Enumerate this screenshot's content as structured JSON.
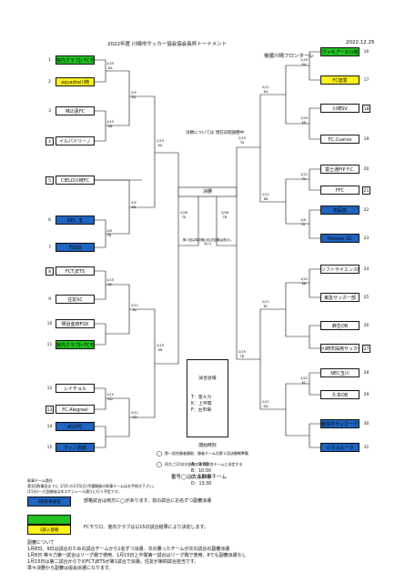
{
  "header": {
    "title": "2022年度 川崎市サッカー協会協会長杯トーナメント",
    "date": "2022.12.25",
    "sponsor": "後援川崎フロンターレ"
  },
  "colors": {
    "green": "#22c322",
    "yellow": "#fff41c",
    "blue": "#1e64c0",
    "border": "#000000"
  },
  "left_teams": [
    {
      "num": "1",
      "name": "宮内クラブJr FCモウロ",
      "fill": "green",
      "boxed": false
    },
    {
      "num": "2",
      "name": "aquadra川崎",
      "fill": "yellow",
      "boxed": false
    },
    {
      "num": "3",
      "name": "味の素FC",
      "fill": "",
      "boxed": false
    },
    {
      "num": "4",
      "name": "イルパドリーノ",
      "fill": "",
      "boxed": true
    },
    {
      "num": "5",
      "name": "CIELO川崎FC",
      "fill": "",
      "boxed": true
    },
    {
      "num": "6",
      "name": "NEC 玉",
      "fill": "blue",
      "boxed": false
    },
    {
      "num": "7",
      "name": "TUSO",
      "fill": "blue",
      "boxed": false
    },
    {
      "num": "8",
      "name": "FCT.JETS",
      "fill": "",
      "boxed": true
    },
    {
      "num": "9",
      "name": "住友SC",
      "fill": "",
      "boxed": false
    },
    {
      "num": "10",
      "name": "明治金田FOX",
      "fill": "",
      "boxed": false
    },
    {
      "num": "11",
      "name": "宮内クラブJr FCモウロ",
      "fill": "green",
      "boxed": false
    },
    {
      "num": "12",
      "name": "レイチョル",
      "fill": "",
      "boxed": false
    },
    {
      "num": "13",
      "name": "FC.Alegreal",
      "fill": "",
      "boxed": true
    },
    {
      "num": "14",
      "name": "ASY.FC",
      "fill": "blue",
      "boxed": false
    },
    {
      "num": "15",
      "name": "ティノ高田",
      "fill": "blue",
      "boxed": false
    }
  ],
  "right_teams": [
    {
      "num": "16",
      "name": "ヴァキアータ川崎",
      "fill": "green",
      "boxed": false
    },
    {
      "num": "17",
      "name": "FC旭季",
      "fill": "yellow",
      "boxed": false
    },
    {
      "num": "18",
      "name": "川崎SV",
      "fill": "",
      "boxed": true
    },
    {
      "num": "19",
      "name": "FC.Cuervo",
      "fill": "",
      "boxed": false
    },
    {
      "num": "20",
      "name": "富士通FIP F.C.",
      "fill": "",
      "boxed": false
    },
    {
      "num": "21",
      "name": "FFC",
      "fill": "",
      "boxed": true
    },
    {
      "num": "22",
      "name": "田尻高",
      "fill": "blue",
      "boxed": false
    },
    {
      "num": "23",
      "name": "Pioneer SC",
      "fill": "blue",
      "boxed": false
    },
    {
      "num": "24",
      "name": "ソフトサイエンスFC",
      "fill": "",
      "boxed": false
    },
    {
      "num": "25",
      "name": "東急サッカー部",
      "fill": "",
      "boxed": false
    },
    {
      "num": "26",
      "name": "麻生OB",
      "fill": "",
      "boxed": false
    },
    {
      "num": "27",
      "name": "川崎市採用サッカー部",
      "fill": "",
      "boxed": true
    },
    {
      "num": "28",
      "name": "NEC玉川",
      "fill": "",
      "boxed": false
    },
    {
      "num": "29",
      "name": "久本OB",
      "fill": "",
      "boxed": false
    },
    {
      "num": "30",
      "name": "宮前平サッカークラブ・OB",
      "fill": "blue",
      "boxed": false
    },
    {
      "num": "31",
      "name": "ジネスルーラ",
      "fill": "blue",
      "boxed": false
    }
  ],
  "match_labels": {
    "l1": "1/29\nKA",
    "l2": "1/15\nKB",
    "l3": "1/8\nTB",
    "l4": "1/15\nKC",
    "l5": "1/15\nKD",
    "l6": "2/5\nKA",
    "l7": "2/5\nKB",
    "l8": "2/11\nKC",
    "l9": "2/11\nKD",
    "l10": "2/19\nKA",
    "l11": "2/19\nKB",
    "r1": "1/29\nKA",
    "r2": "1/29\nKB",
    "r3": "1/22\nTA",
    "r4": "1/8\nTB",
    "r5": "1/22\nKB",
    "r6": "1/22\nKC",
    "r7": "2/11\nKA",
    "r8": "2/11\nKB",
    "r9": "2/11\nKC",
    "r10": "2/11\nKD",
    "r11": "2/19\nTA",
    "r12": "2/19\nTB",
    "sf_l": "2/26\nTA",
    "sf_r": "2/26\nTB"
  },
  "center": {
    "final_note": "決勝については\n現在日程調整中",
    "final_label": "決勝",
    "semi_note": "第２回は準決勝(3位決定戦は表示しない)",
    "venue_title": "試合会場",
    "venues": "T：等々力\nK：上平間\nF：古市場",
    "time_title": "開始時刻",
    "times": "A：9:00\nB：10:30\nC：12:00\nD：13:30"
  },
  "notes": {
    "note_circle1": "第一試合勝者勝取、勝者チーム次第２回決勝戦準備",
    "note_circle2": "同大ご(2)次の試合の次の試合チームに決定する",
    "boxed_note": "番号◯は大会幹事チーム"
  },
  "small_notes": [
    "幹事チーム責任",
    "第1回幹事会までに 1/10 の1/15(日)予選開催の幹事チームはお手続き下さい。",
    "(15分)一大会開始は本スケジュール通りに行う予定です。"
  ],
  "legend": [
    {
      "label": "2部昇格試合",
      "fill": "blue",
      "desc": "部格試合は両方に◯があります、前の試合にお名ずつ副審派遣"
    },
    {
      "label": "",
      "fill": "green",
      "desc": ""
    },
    {
      "label": "1部入替戦",
      "fill": "yellow",
      "desc": "FCモウロ、宮内クラブは1/15の試合結果により決定します。"
    }
  ],
  "footer": {
    "heading": "副審について",
    "lines": [
      "1月8日、9日は試合のための試合チームから1名ずつ派遣、次の勝ったチームが次の試合の副審派遣",
      "1月8日 等々力第一試合はリーグ戦で使用、1月15日上平間第一試合はリーグ戦で使用、8でも副審派遣なし",
      "1月15日は第二試合からでのFCT.JETSが第1試合で派遣。住友が第四試合担当です。",
      "準々決勝から副審は協会派遣になります。"
    ]
  }
}
